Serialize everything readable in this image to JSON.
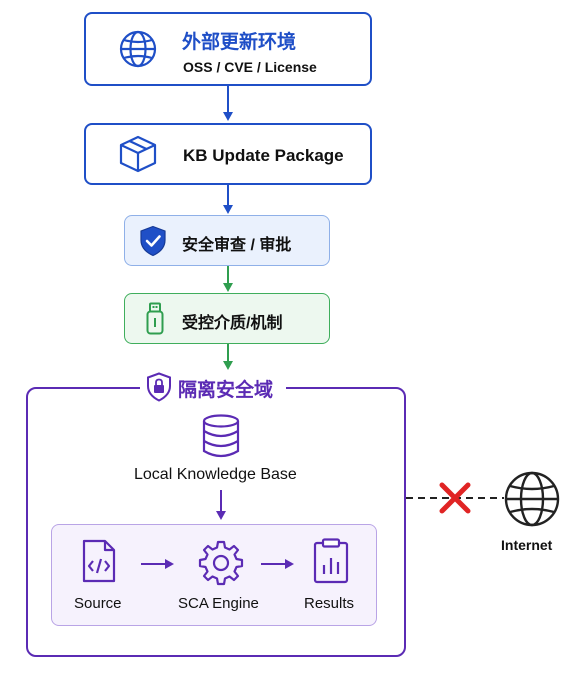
{
  "nodes": {
    "external_env": {
      "title": "外部更新环境",
      "subtitle": "OSS / CVE / License"
    },
    "kb_package": {
      "label": "KB Update Package"
    },
    "security_review": {
      "label": "安全审查 / 审批"
    },
    "controlled_media": {
      "label": "受控介质/机制"
    },
    "isolated_zone": {
      "title": "隔离安全域",
      "knowledge_base": {
        "label": "Local Knowledge Base"
      },
      "pipeline": [
        {
          "label": "Source"
        },
        {
          "label": "SCA Engine"
        },
        {
          "label": "Results"
        }
      ]
    },
    "internet": {
      "label": "Internet"
    }
  },
  "icons": {
    "external_env": "globe-icon",
    "kb_package": "package-box-icon",
    "security_review": "shield-check-icon",
    "controlled_media": "usb-drive-icon",
    "isolated_zone": "shield-lock-icon",
    "knowledge_base": "database-icon",
    "source": "code-file-icon",
    "sca_engine": "gear-icon",
    "results": "clipboard-chart-icon",
    "internet": "globe-icon",
    "blocked": "red-x-icon"
  },
  "colors": {
    "blue": "#1f4fc7",
    "green": "#2f9e4f",
    "purple": "#5b2bb4",
    "red": "#e02424"
  }
}
